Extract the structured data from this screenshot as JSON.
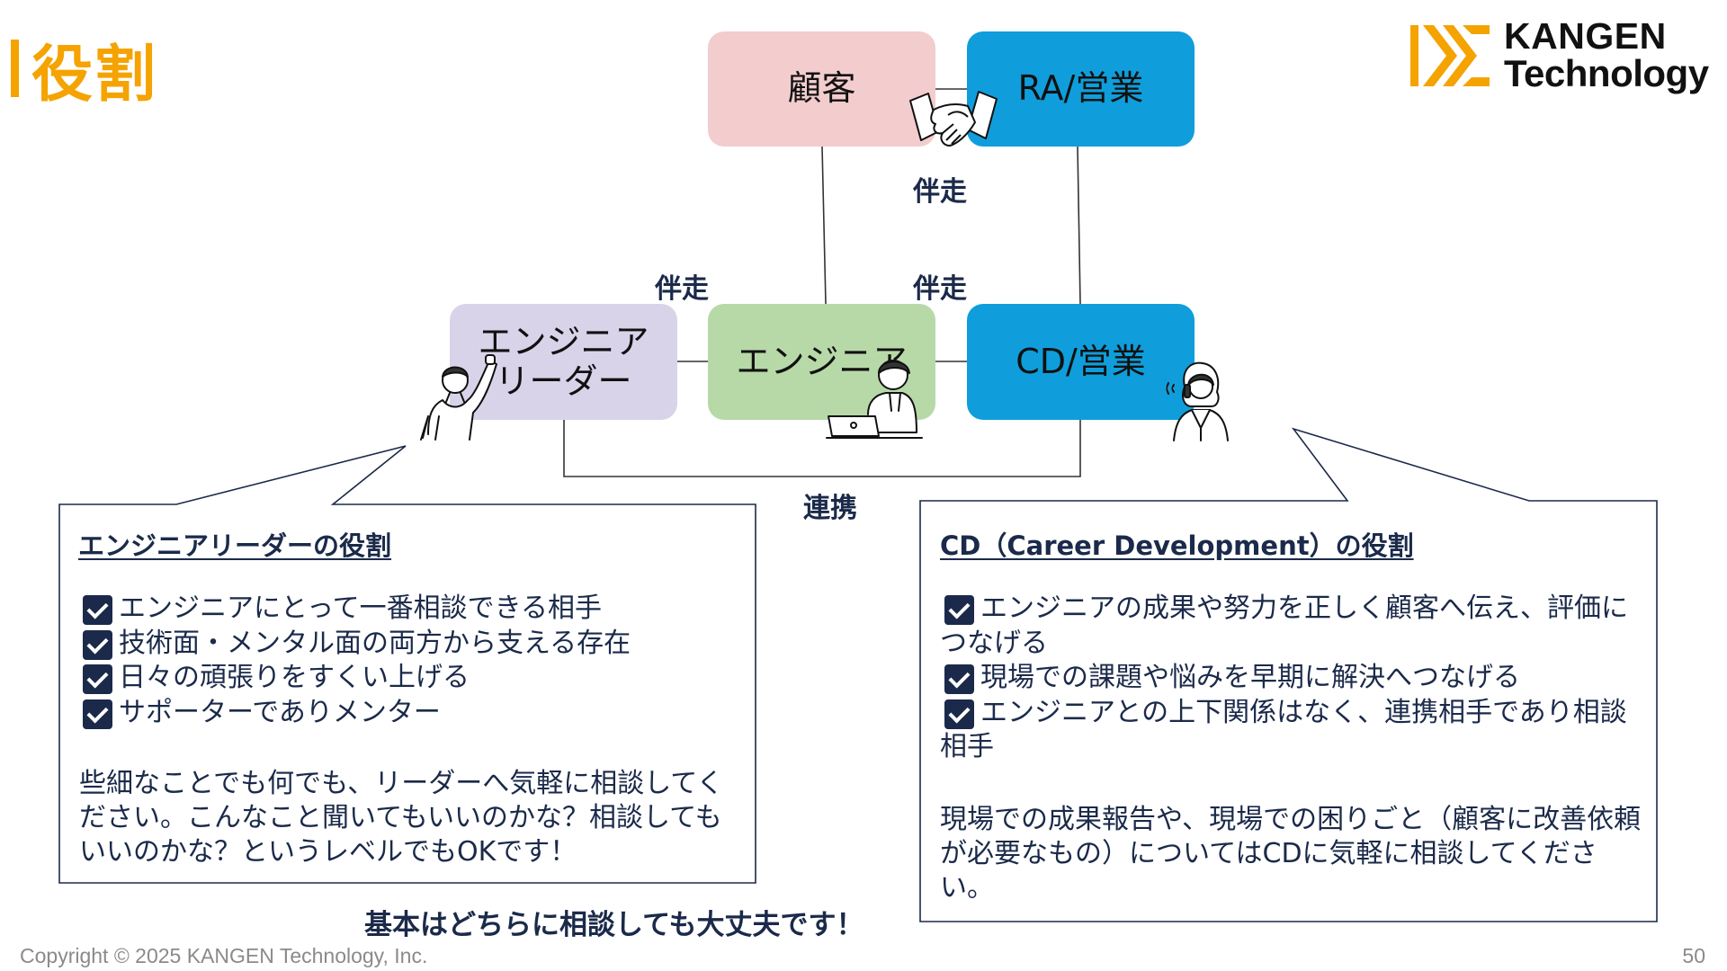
{
  "page": {
    "title": "役割",
    "copyright": "Copyright © 2025 KANGEN Technology, Inc.",
    "page_number": "50",
    "summary_message": "基本はどちらに相談しても大丈夫です！"
  },
  "logo": {
    "line1": "KANGEN",
    "line2": "Technology"
  },
  "diagram": {
    "nodes": {
      "client": "顧客",
      "ra_sales": "RA/営業",
      "engineer_leader": "エンジニア\nリーダー",
      "engineer": "エンジニア",
      "cd_sales": "CD/営業"
    },
    "edge_labels": {
      "ra_to_cd": "伴走",
      "leader_to_engineer": "伴走",
      "engineer_to_cd": "伴走",
      "leader_cd_link": "連携"
    }
  },
  "left_box": {
    "title": "エンジニアリーダーの役割",
    "items": [
      "エンジニアにとって一番相談できる相手",
      "技術面・メンタル面の両方から支える存在",
      "日々の頑張りをすくい上げる",
      "サポーターでありメンター"
    ],
    "note": "些細なことでも何でも、リーダーへ気軽に相談してください。こんなこと聞いてもいいのかな？相談してもいいのかな？というレベルでもOKです！"
  },
  "right_box": {
    "title": "CD（Career Development）の役割",
    "items": [
      "エンジニアの成果や努力を正しく顧客へ伝え、評価につなげる",
      "現場での課題や悩みを早期に解決へつなげる",
      "エンジニアとの上下関係はなく、連携相手であり相談相手"
    ],
    "note": "現場での成果報告や、現場での困りごと（顧客に改善依頼が必要なもの）についてはCDに気軽に相談してください。"
  },
  "colors": {
    "accent": "#f5a300",
    "navy": "#1b2a4a",
    "client_fill": "#f3cccd",
    "sales_fill": "#0f9edb",
    "leader_fill": "#d9d3ea",
    "engineer_fill": "#b7d9a8"
  },
  "icons": [
    "handshake-icon",
    "cheering-person-icon",
    "laptop-worker-icon",
    "phone-person-icon",
    "checkbox-icon",
    "kangen-logo-icon"
  ]
}
